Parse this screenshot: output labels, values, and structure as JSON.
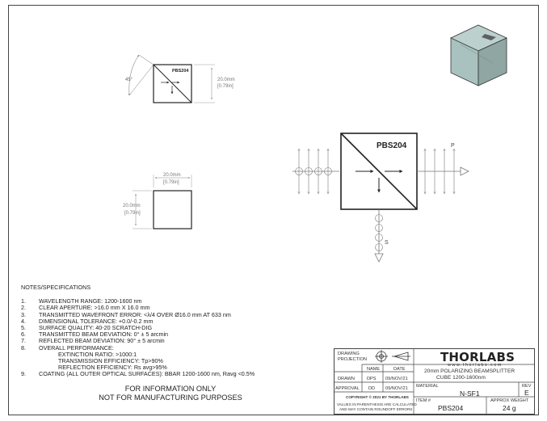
{
  "drawing": {
    "top_view": {
      "angle_label": "45°",
      "part_label": "PBS204",
      "dim_mm": "20.0mm",
      "dim_in": "[0.79in]"
    },
    "front_view": {
      "width_mm": "20.0mm",
      "width_in": "[0.79in]",
      "height_mm": "20.0mm",
      "height_in": "[0.79in]"
    },
    "beam_diagram": {
      "part_label": "PBS204",
      "p_label": "P",
      "s_label": "S"
    }
  },
  "notes": {
    "title": "NOTES/SPECIFICATIONS",
    "items": [
      {
        "num": "1.",
        "text": "WAVELENGTH RANGE: 1200-1600 nm"
      },
      {
        "num": "2.",
        "text": "CLEAR APERTURE: >16.0 mm X 16.0 mm"
      },
      {
        "num": "3.",
        "text": "TRANSMITTED WAVEFRONT ERROR: <λ/4 OVER Ø16.0 mm AT 633 nm"
      },
      {
        "num": "4.",
        "text": "DIMENSIONAL TOLERANCE: +0.0/-0.2 mm"
      },
      {
        "num": "5.",
        "text": "SURFACE QUALITY: 40-20 SCRATCH-DIG"
      },
      {
        "num": "6.",
        "text": "TRANSMITTED BEAM DEVIATION: 0° ± 5 arcmin"
      },
      {
        "num": "7.",
        "text": "REFLECTED BEAM DEVIATION: 90° ± 5 arcmin"
      },
      {
        "num": "8.",
        "text": "OVERALL PERFORMANCE:"
      }
    ],
    "performance": [
      "EXTINCTION RATIO: >1000:1",
      "TRANSMISSION EFFICIENCY: Tp>90%",
      "REFLECTION EFFICIENCY: Rs avg>95%"
    ],
    "item9": {
      "num": "9.",
      "text": "COATING (ALL OUTER OPTICAL SURFACES): BBAR 1200-1600 nm, Ravg <0.5%"
    }
  },
  "disclaimer": {
    "line1": "FOR INFORMATION ONLY",
    "line2": "NOT FOR MANUFACTURING PURPOSES"
  },
  "title_block": {
    "drawing_projection_1": "DRAWING",
    "drawing_projection_2": "PROJECTION",
    "name_header": "NAME",
    "date_header": "DATE",
    "drawn_label": "DRAWN",
    "drawn_name": "DPS",
    "drawn_date": "09/NOV/21",
    "approval_label": "APPROVAL",
    "approval_name": "DD",
    "approval_date": "09/NOV/21",
    "copyright": "COPYRIGHT © 2021 BY THORLABS",
    "values_note_1": "VALUES IN PARENTHESIS ARE CALCULATED",
    "values_note_2": "AND MAY CONTAIN ROUNDOFF ERRORS",
    "logo": "THORLABS",
    "url": "www.thorlabs.com",
    "description_1": "20mm POLARIZING BEAMSPLITTER",
    "description_2": "CUBE 1200-1600nm",
    "material_label": "MATERIAL",
    "material": "N-SF1",
    "rev_label": "REV",
    "rev": "E",
    "item_label": "ITEM #",
    "item": "PBS204",
    "weight_label": "APPROX WEIGHT",
    "weight": "24 g"
  },
  "colors": {
    "line": "#222222",
    "dim": "#888888",
    "cube_face": "#a9c2bf",
    "cube_dark": "#8fa6a3"
  }
}
